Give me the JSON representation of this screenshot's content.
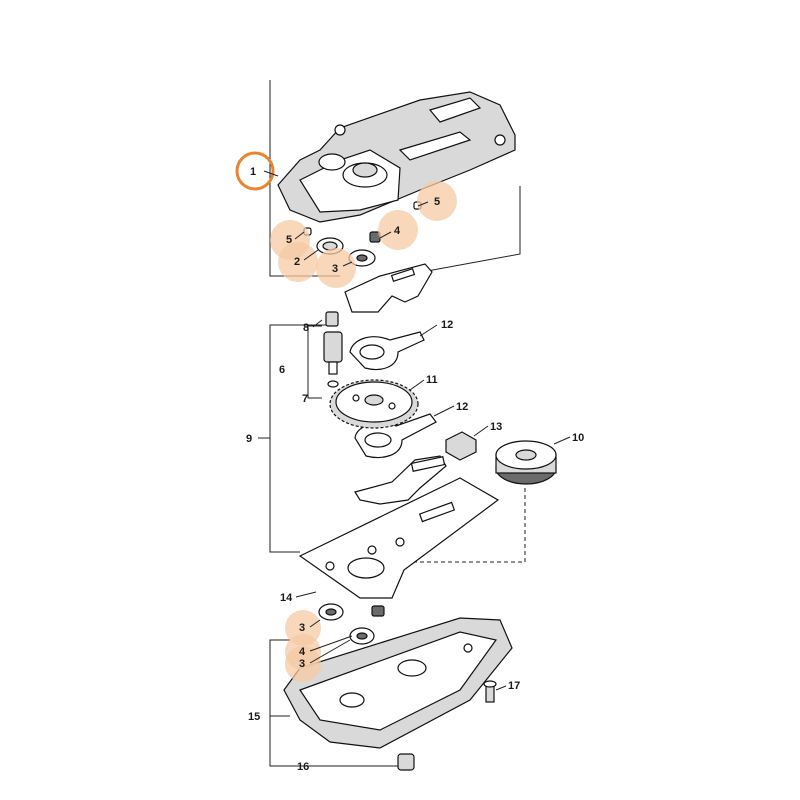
{
  "diagram": {
    "selected_callout": "1",
    "highlight_color": "#f6c9a4",
    "selected_ring_color": "#e8842f",
    "callouts": {
      "c1": "1",
      "c5a": "5",
      "c5b": "5",
      "c2": "2",
      "c3a": "3",
      "c4a": "4",
      "c8": "8",
      "c6": "6",
      "c7": "7",
      "c12a": "12",
      "c11": "11",
      "c12b": "12",
      "c13": "13",
      "c10": "10",
      "c9": "9",
      "c14": "14",
      "c3b": "3",
      "c4b": "4",
      "c3c": "3",
      "c17": "17",
      "c15": "15",
      "c16": "16"
    }
  }
}
